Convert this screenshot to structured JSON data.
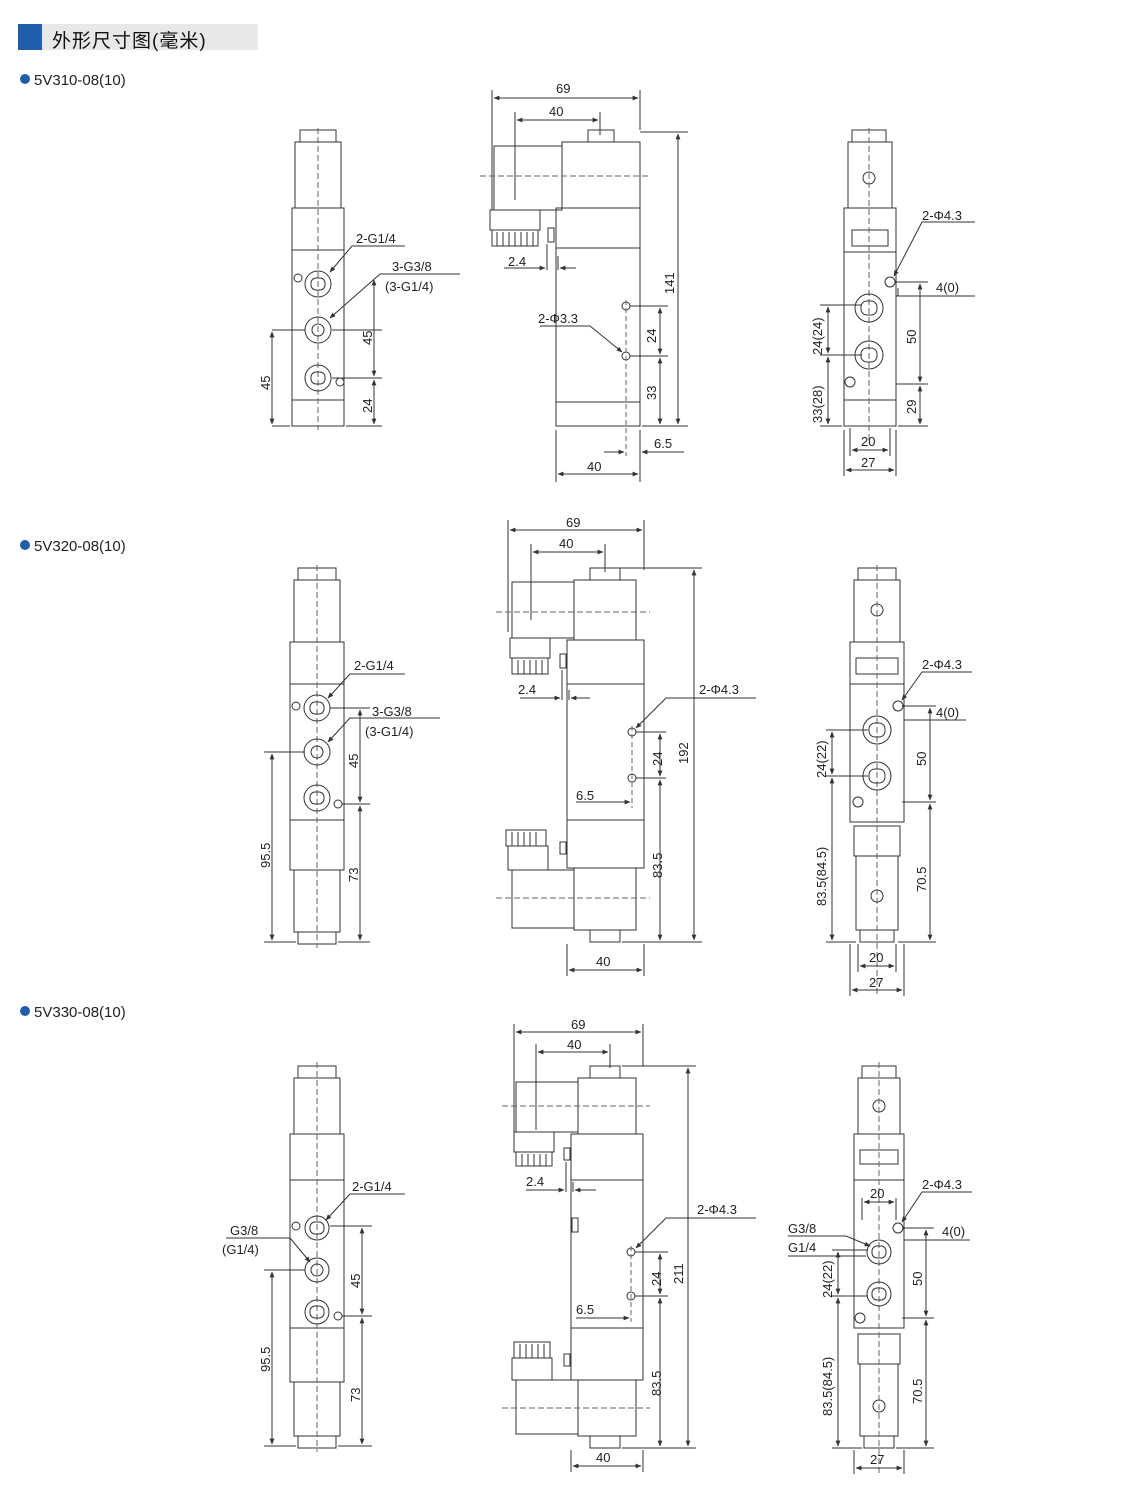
{
  "header": {
    "title": "外形尺寸图(毫米)",
    "accent": "#1f5ea8"
  },
  "sections": [
    {
      "model": "5V310-08(10)",
      "front": {
        "port_top": "2-G1/4",
        "port_mid": "3-G3/8",
        "port_mid_alt": "(3-G1/4)",
        "dim_a": "45",
        "dim_b": "45",
        "dim_c": "24"
      },
      "side": {
        "top_width": "69",
        "inner_width": "40",
        "offset": "2.4",
        "hole": "2-Φ3.3",
        "pitch": "24",
        "bottom": "33",
        "height": "141",
        "edge": "6.5",
        "base_width": "40"
      },
      "end": {
        "hole": "2-Φ4.3",
        "edge": "4(0)",
        "pitch": "24(24)",
        "height": "50",
        "bottom": "33(28)",
        "bottom_r": "29",
        "inner_w": "20",
        "outer_w": "27"
      }
    },
    {
      "model": "5V320-08(10)",
      "front": {
        "port_top": "2-G1/4",
        "port_mid": "3-G3/8",
        "port_mid_alt": "(3-G1/4)",
        "dim_a": "95.5",
        "dim_b": "45",
        "dim_c": "73"
      },
      "side": {
        "top_width": "69",
        "inner_width": "40",
        "offset": "2.4",
        "hole": "2-Φ4.3",
        "pitch": "24",
        "height": "192",
        "edge": "6.5",
        "bottom": "83.5",
        "base_width": "40"
      },
      "end": {
        "hole": "2-Φ4.3",
        "edge": "4(0)",
        "pitch": "24(22)",
        "height": "50",
        "bottom": "83.5(84.5)",
        "bottom_r": "70.5",
        "inner_w": "20",
        "outer_w": "27"
      }
    },
    {
      "model": "5V330-08(10)",
      "front": {
        "port_top": "2-G1/4",
        "port_mid": "G3/8",
        "port_mid_alt": "(G1/4)",
        "dim_a": "95.5",
        "dim_b": "45",
        "dim_c": "73"
      },
      "side": {
        "top_width": "69",
        "inner_width": "40",
        "offset": "2.4",
        "hole": "2-Φ4.3",
        "pitch": "24",
        "height": "211",
        "edge": "6.5",
        "bottom": "83.5",
        "base_width": "40"
      },
      "end": {
        "hole": "2-Φ4.3",
        "edge": "4(0)",
        "inner_w": "20",
        "port": "G3/8",
        "port_alt": "G1/4",
        "pitch": "24(22)",
        "height": "50",
        "bottom": "83.5(84.5)",
        "bottom_r": "70.5",
        "outer_w": "27"
      }
    }
  ]
}
